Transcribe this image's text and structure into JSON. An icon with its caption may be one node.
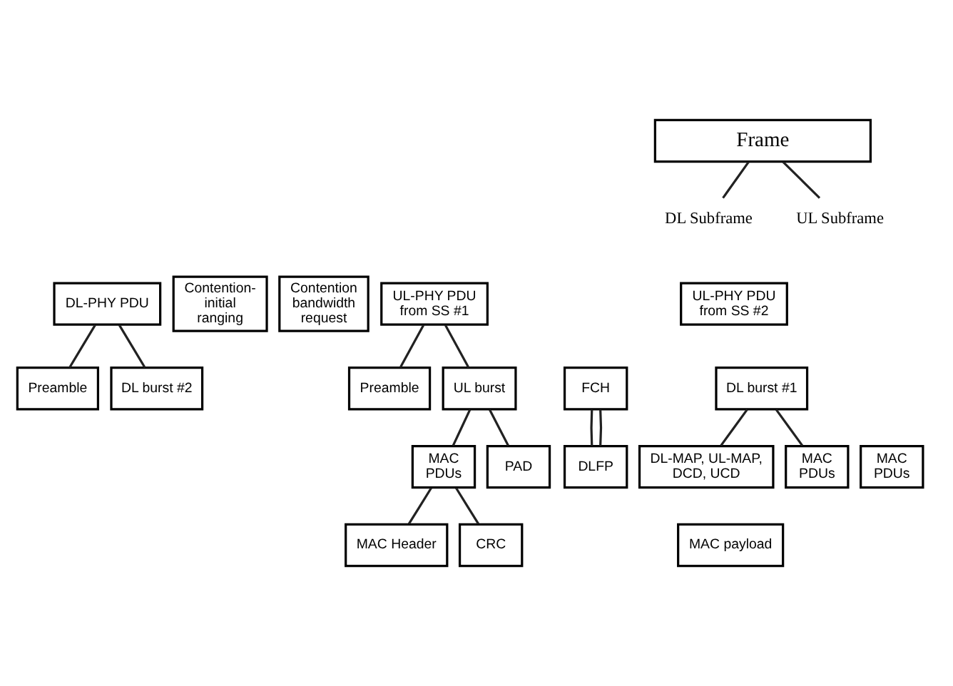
{
  "diagram": {
    "nodes": [
      {
        "text": [
          "Frame"
        ]
      },
      {
        "text": [
          "DL Subframe"
        ]
      },
      {
        "text": [
          "UL Subframe"
        ]
      },
      {
        "text": [
          "DL-PHY PDU"
        ]
      },
      {
        "text": [
          "Contention- initial ranging"
        ]
      },
      {
        "text": [
          "Contention bandwidth request"
        ]
      },
      {
        "text": [
          "UL-PHY PDU from SS #1"
        ]
      },
      {
        "text": [
          "UL-PHY PDU from SS #2"
        ]
      },
      {
        "text": [
          "Preamble"
        ]
      },
      {
        "text": [
          "FCH"
        ]
      },
      {
        "text": [
          "DL burst #1"
        ]
      },
      {
        "text": [
          "DL burst #2"
        ]
      },
      {
        "text": [
          "Preamble"
        ]
      },
      {
        "text": [
          "UL burst"
        ]
      },
      {
        "text": [
          "DLFP"
        ]
      },
      {
        "text": [
          "DL-MAP, UL-MAP, DCD, UCD"
        ]
      },
      {
        "text": [
          "MAC PDUs"
        ]
      },
      {
        "text": [
          "MAC PDUs"
        ]
      },
      {
        "text": [
          "MAC PDUs"
        ]
      },
      {
        "text": [
          "PAD"
        ]
      },
      {
        "text": [
          "MAC Header"
        ]
      },
      {
        "text": [
          "MAC payload"
        ]
      },
      {
        "text": [
          "CRC"
        ]
      }
    ],
    "edges": [
      {
        "from": 0,
        "to": 1,
        "arrow": "none"
      },
      {
        "from": 0,
        "to": 2,
        "arrow": "none"
      },
      {
        "from": 3,
        "to": 8,
        "arrow": "none"
      },
      {
        "from": 3,
        "to": 11,
        "arrow": "none"
      },
      {
        "from": 6,
        "to": 12,
        "arrow": "none"
      },
      {
        "from": 6,
        "to": 13,
        "arrow": "none"
      },
      {
        "from": 9,
        "to": 14,
        "arrow": "none"
      },
      {
        "from": 9,
        "to": 14,
        "arrow": "none"
      },
      {
        "from": 10,
        "to": 15,
        "arrow": "none"
      },
      {
        "from": 10,
        "to": 16,
        "arrow": "none"
      },
      {
        "from": 13,
        "to": 17,
        "arrow": "none"
      },
      {
        "from": 13,
        "to": 19,
        "arrow": "none"
      },
      {
        "from": 17,
        "to": 20,
        "arrow": "none"
      },
      {
        "from": 17,
        "to": 22,
        "arrow": "none"
      }
    ]
  }
}
